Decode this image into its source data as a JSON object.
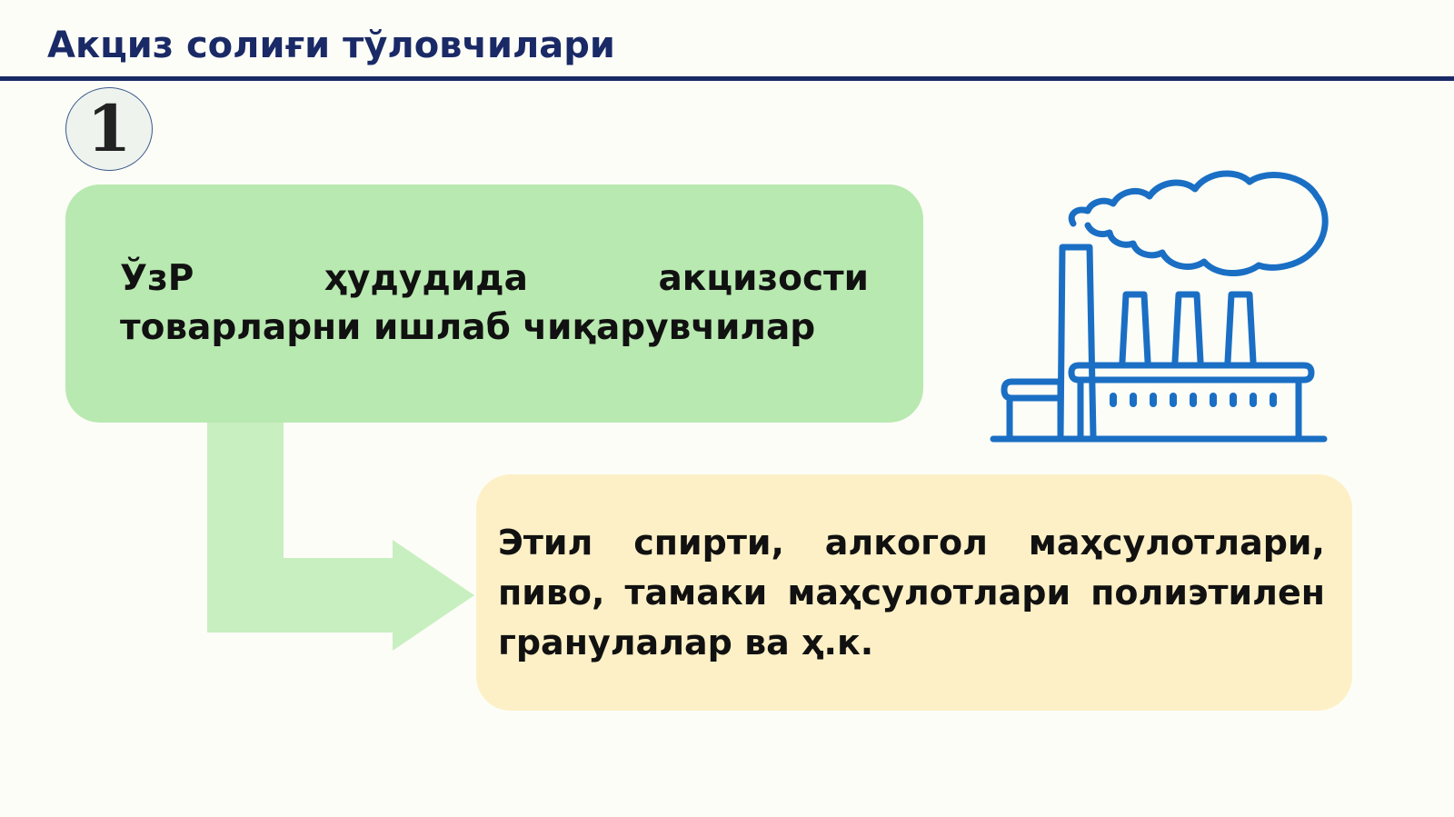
{
  "slide": {
    "title": "Акциз солиғи тўловчилари",
    "step_number": "1"
  },
  "producers_box": {
    "text": "ЎзР ҳудудида акцизости товарларни ишлаб чиқарувчилар"
  },
  "goods_box": {
    "text": "Этил спирти, алкогол маҳсулотлари, пиво, тамаки маҳсулотлари полиэтилен гранулалар ва ҳ.к."
  },
  "colors": {
    "title": "#1a2a66",
    "producers_box": "#b8e9b0",
    "goods_box": "#fdf0c6",
    "arrow": "#c8efc0",
    "factory_icon": "#1a6fc4"
  },
  "icons": {
    "factory": "factory-icon",
    "connector": "elbow-arrow-icon"
  }
}
